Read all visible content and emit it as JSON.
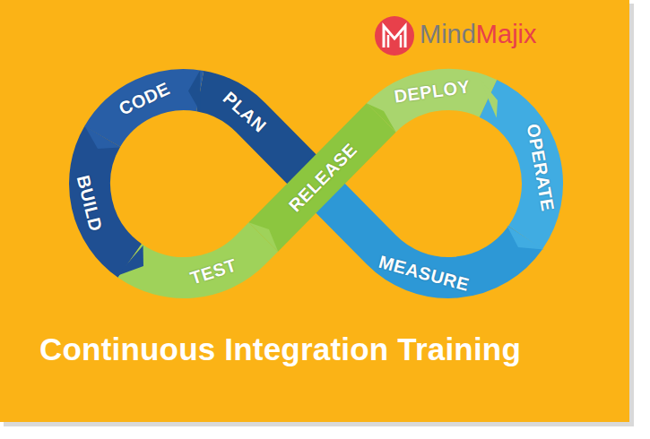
{
  "diagram": {
    "title": "Continuous Integration Training",
    "nodes": [
      {
        "text": [
          "CODE"
        ]
      },
      {
        "text": [
          "PLAN"
        ]
      },
      {
        "text": [
          "BUILD"
        ]
      },
      {
        "text": [
          "TEST"
        ]
      },
      {
        "text": [
          "RELEASE"
        ]
      },
      {
        "text": [
          "DEPLOY"
        ]
      },
      {
        "text": [
          "OPERATE"
        ]
      },
      {
        "text": [
          "MEASURE"
        ]
      }
    ],
    "labels": [
      "Mind",
      "Majix"
    ]
  }
}
